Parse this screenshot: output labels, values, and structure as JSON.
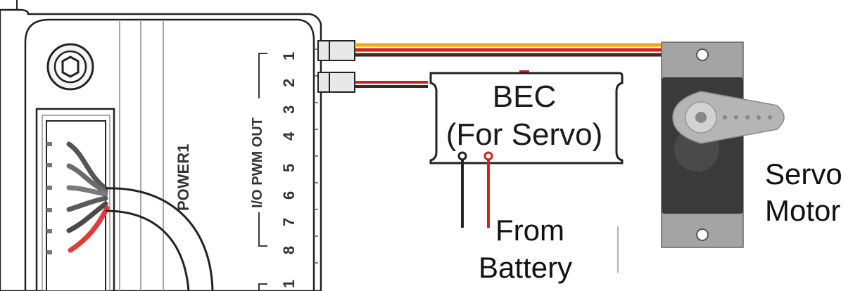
{
  "controller": {
    "io_label": "I/O PWM OUT",
    "power_label": "POWER1",
    "pins": [
      "1",
      "2",
      "3",
      "4",
      "5",
      "6",
      "7",
      "8"
    ],
    "next_bank_first_pin": "1"
  },
  "bec": {
    "line1": "BEC",
    "line2": "(For Servo)"
  },
  "battery_note": {
    "line1": "From",
    "line2": "Battery"
  },
  "servo_note": {
    "line1": "Servo",
    "line2": "Motor"
  },
  "colors": {
    "signal_wire": "#f5a800",
    "power_wire": "#d42020",
    "ground_wire": "#3a2a1a",
    "outline": "#222222",
    "servo_gray": "#9c9c9c",
    "servo_body": "#3a3a3a"
  }
}
